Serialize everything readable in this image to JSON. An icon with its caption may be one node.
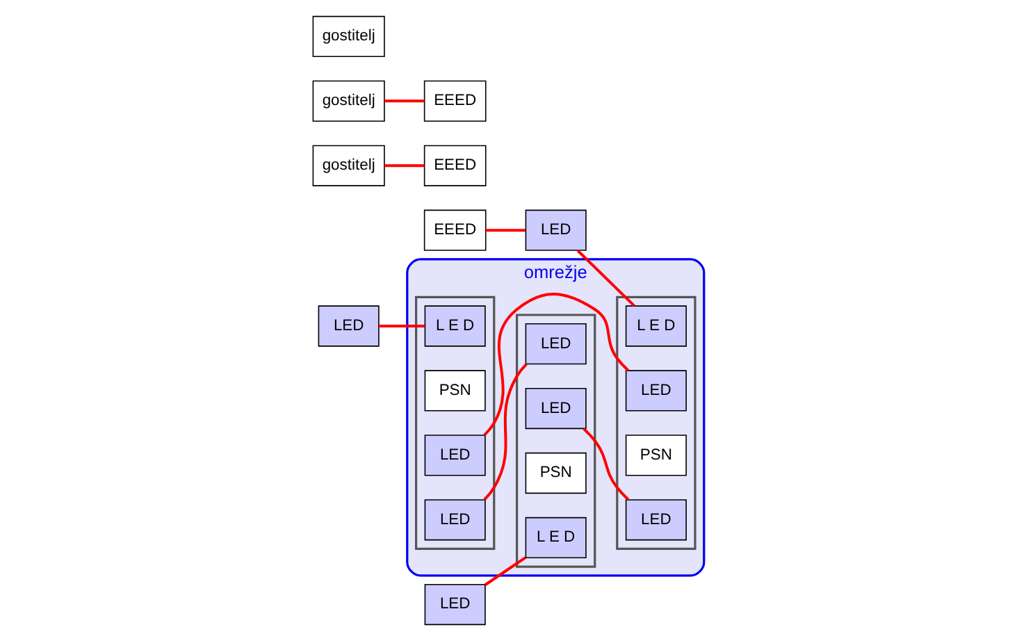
{
  "diagram": {
    "nodes": [
      {
        "text": [
          "omrežje"
        ]
      },
      {
        "text": [
          "gostitelj"
        ]
      },
      {
        "text": [
          "EEED"
        ]
      },
      {
        "text": [
          "LED"
        ]
      },
      {
        "text": [
          "gostitelj"
        ]
      },
      {
        "text": [
          "EEED"
        ]
      },
      {
        "text": [
          "LED"
        ]
      },
      {
        "text": [
          "gostitelj"
        ]
      },
      {
        "text": [
          "EEED"
        ]
      },
      {
        "text": [
          "LED"
        ]
      },
      {
        "text": [],
        "shape": "box",
        "in": 0
      },
      {
        "text": [
          "L E D"
        ],
        "in": 10
      },
      {
        "text": [
          "PSN"
        ],
        "in": 10
      },
      {
        "text": [
          "LED"
        ],
        "in": 10
      },
      {
        "text": [
          "LED"
        ],
        "in": 10
      },
      {
        "text": [],
        "shape": "box",
        "in": 0
      },
      {
        "text": [
          "LED"
        ],
        "in": 15
      },
      {
        "text": [
          "LED"
        ],
        "in": 15
      },
      {
        "text": [
          "PSN"
        ],
        "in": 15
      },
      {
        "text": [
          "L E D"
        ],
        "in": 15
      },
      {
        "text": [],
        "shape": "box",
        "in": 0
      },
      {
        "text": [
          "LED"
        ],
        "in": 20
      },
      {
        "text": [
          "LED"
        ],
        "in": 20
      },
      {
        "text": [
          "PSN"
        ],
        "in": 20
      },
      {
        "text": [
          "L E D"
        ],
        "in": 20
      }
    ],
    "edges": [
      {
        "from": 1,
        "to": 2,
        "arrow": "none"
      },
      {
        "from": 3,
        "to": 11,
        "arrow": "none"
      },
      {
        "from": 4,
        "to": 5,
        "arrow": "none"
      },
      {
        "from": 6,
        "to": 19,
        "arrow": "none"
      },
      {
        "from": 8,
        "to": 9,
        "arrow": "none"
      },
      {
        "from": 9,
        "to": 24,
        "arrow": "none"
      },
      {
        "from": 13,
        "to": 16,
        "arrow": "none"
      },
      {
        "from": 14,
        "to": 22,
        "arrow": "none"
      },
      {
        "from": 17,
        "to": 21,
        "arrow": "none"
      }
    ]
  }
}
